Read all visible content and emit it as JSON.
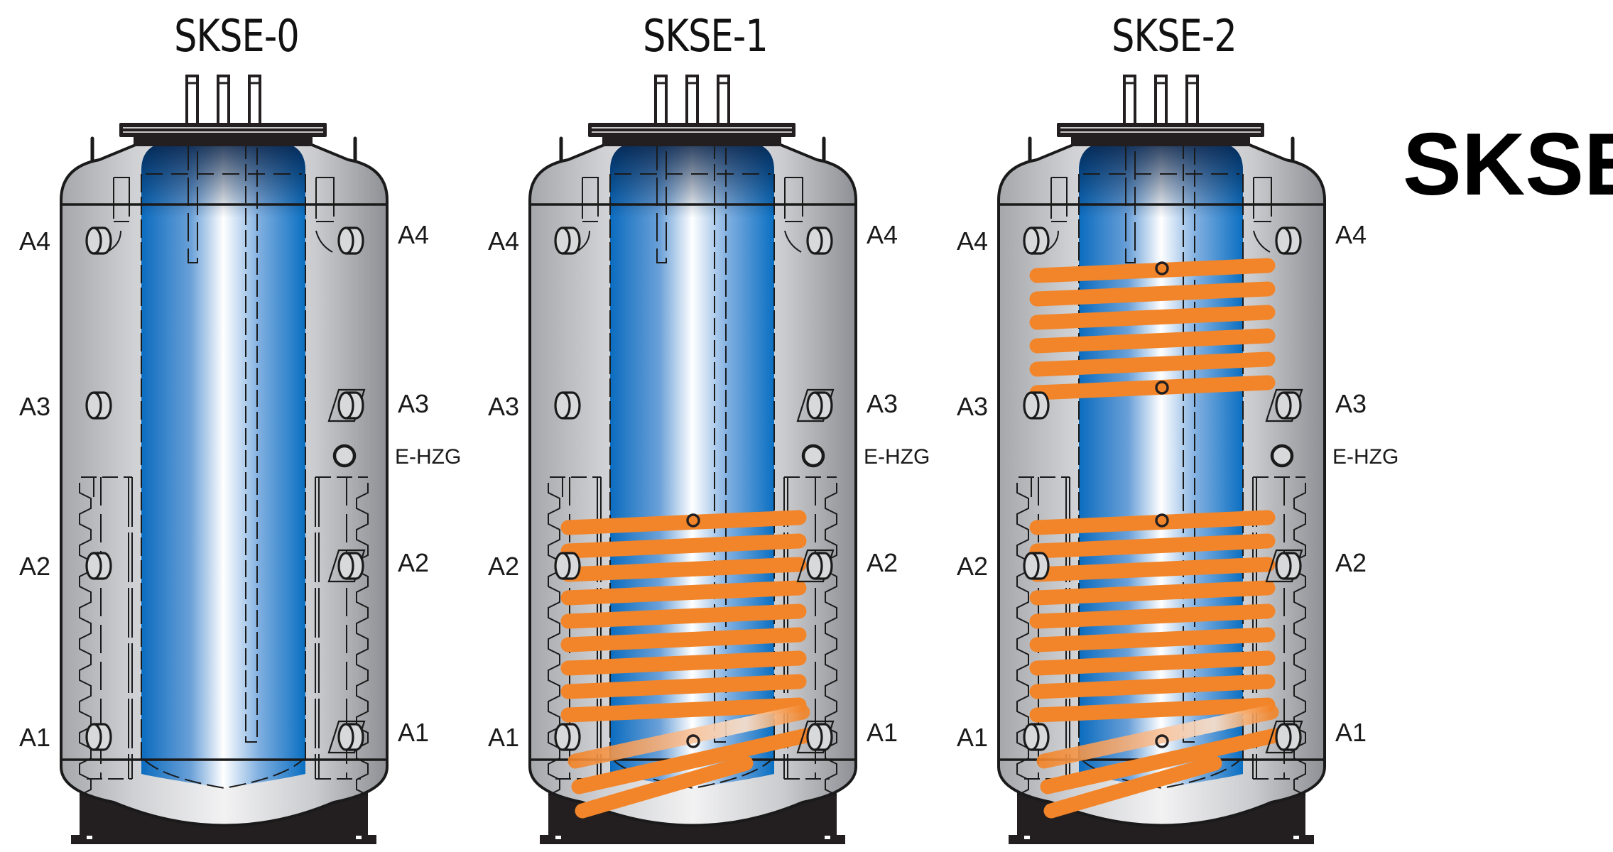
{
  "brand_label": "SKSE",
  "colors": {
    "coil": "#f2852a",
    "vessel_dark": "#0a6ec0",
    "vessel_light": "#ffffff",
    "shell_dark": "#9c9ea3",
    "shell_light": "#eeeff0",
    "outline": "#1a1a1a"
  },
  "tanks": [
    {
      "title": "SKSE-0",
      "coils": [],
      "left_ports": [
        "A4",
        "A3",
        "A2",
        "A1"
      ],
      "right_ports": [
        "A4",
        "A3",
        "E-HZG",
        "A2",
        "A1"
      ]
    },
    {
      "title": "SKSE-1",
      "coils": [
        {
          "zone": "lower",
          "turns": 9
        }
      ],
      "left_ports": [
        "A4",
        "A3",
        "A2",
        "A1"
      ],
      "right_ports": [
        "A4",
        "A3",
        "E-HZG",
        "A2",
        "A1"
      ]
    },
    {
      "title": "SKSE-2",
      "coils": [
        {
          "zone": "upper",
          "turns": 6
        },
        {
          "zone": "lower",
          "turns": 9
        }
      ],
      "left_ports": [
        "A4",
        "A3",
        "A2",
        "A1"
      ],
      "right_ports": [
        "A4",
        "A3",
        "E-HZG",
        "A2",
        "A1"
      ]
    }
  ]
}
